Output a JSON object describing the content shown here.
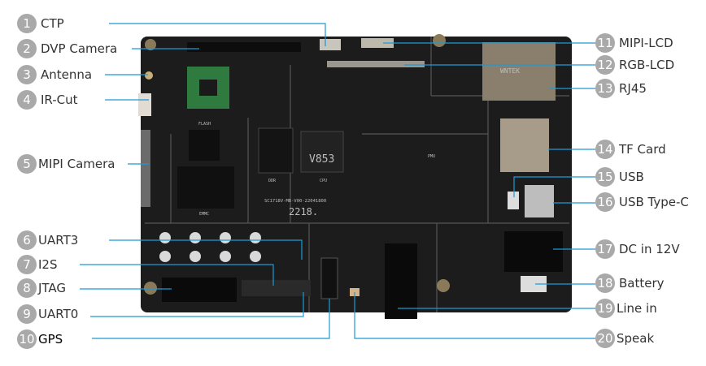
{
  "colors": {
    "leader_line": "#1b9ad8",
    "badge": "#a9a9a9",
    "board": "#1c1c1c"
  },
  "callouts_left": [
    {
      "num": "1",
      "label": "CTP"
    },
    {
      "num": "2",
      "label": "DVP Camera"
    },
    {
      "num": "3",
      "label": "Antenna"
    },
    {
      "num": "4",
      "label": "IR-Cut"
    },
    {
      "num": "5",
      "label": "MIPI Camera"
    },
    {
      "num": "6",
      "label": "UART3"
    },
    {
      "num": "7",
      "label": "I2S"
    },
    {
      "num": "8",
      "label": "JTAG"
    },
    {
      "num": "9",
      "label": "UART0"
    },
    {
      "num": "10",
      "label": "GPS"
    }
  ],
  "callouts_right": [
    {
      "num": "11",
      "label": "MIPI-LCD"
    },
    {
      "num": "12",
      "label": "RGB-LCD"
    },
    {
      "num": "13",
      "label": "RJ45"
    },
    {
      "num": "14",
      "label": "TF Card"
    },
    {
      "num": "15",
      "label": "USB"
    },
    {
      "num": "16",
      "label": "USB Type-C"
    },
    {
      "num": "17",
      "label": "DC in 12V"
    },
    {
      "num": "18",
      "label": "Battery"
    },
    {
      "num": "19",
      "label": "Line in"
    },
    {
      "num": "20",
      "label": "Speak"
    }
  ],
  "board": {
    "cpu": "V853",
    "date_code": "2218.",
    "model": "SC1718V-MB-V00-22041800",
    "ddr": "DDR",
    "cpu_label": "CPU",
    "pmu": "PMU",
    "emmc": "EMMC",
    "flash": "FLASH",
    "rj45_brand": "WNTEK"
  }
}
